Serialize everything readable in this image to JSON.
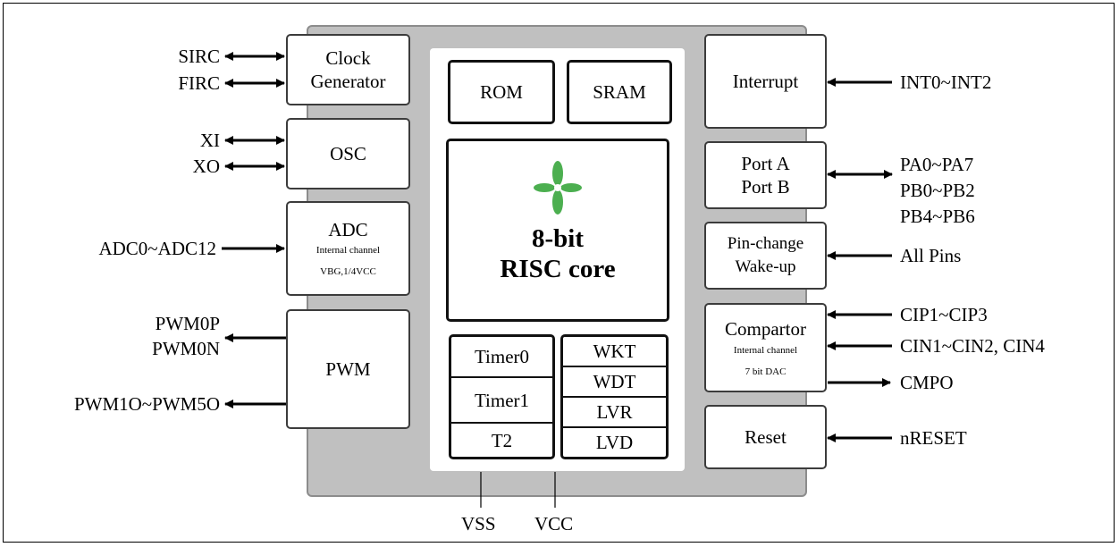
{
  "blocks": {
    "clock": [
      "Clock",
      "Generator"
    ],
    "osc": "OSC",
    "adc": {
      "title": "ADC",
      "sub1": "Internal channel",
      "sub2": "VBG,1/4VCC"
    },
    "pwm": "PWM",
    "rom": "ROM",
    "sram": "SRAM",
    "core": [
      "8-bit",
      "RISC core"
    ],
    "timers": [
      "Timer0",
      "Timer1",
      "T2"
    ],
    "safety": [
      "WKT",
      "WDT",
      "LVR",
      "LVD"
    ],
    "interrupt": "Interrupt",
    "ports": [
      "Port A",
      "Port B"
    ],
    "pinchange": [
      "Pin-change",
      "Wake-up"
    ],
    "comparator": {
      "title": "Compartor",
      "sub1": "Internal channel",
      "sub2": "7 bit DAC"
    },
    "reset": "Reset"
  },
  "signals": {
    "sirc": "SIRC",
    "firc": "FIRC",
    "xi": "XI",
    "xo": "XO",
    "adc": "ADC0~ADC12",
    "pwm0p": "PWM0P",
    "pwm0n": "PWM0N",
    "pwm15": "PWM1O~PWM5O",
    "int": "INT0~INT2",
    "pa": "PA0~PA7",
    "pb1": "PB0~PB2",
    "pb2": "PB4~PB6",
    "allpins": "All Pins",
    "cip": "CIP1~CIP3",
    "cin": "CIN1~CIN2, CIN4",
    "cmpo": "CMPO",
    "nreset": "nRESET",
    "vss": "VSS",
    "vcc": "VCC"
  },
  "colors": {
    "chip": "#c0c0c0",
    "logo": "#4caf50"
  }
}
